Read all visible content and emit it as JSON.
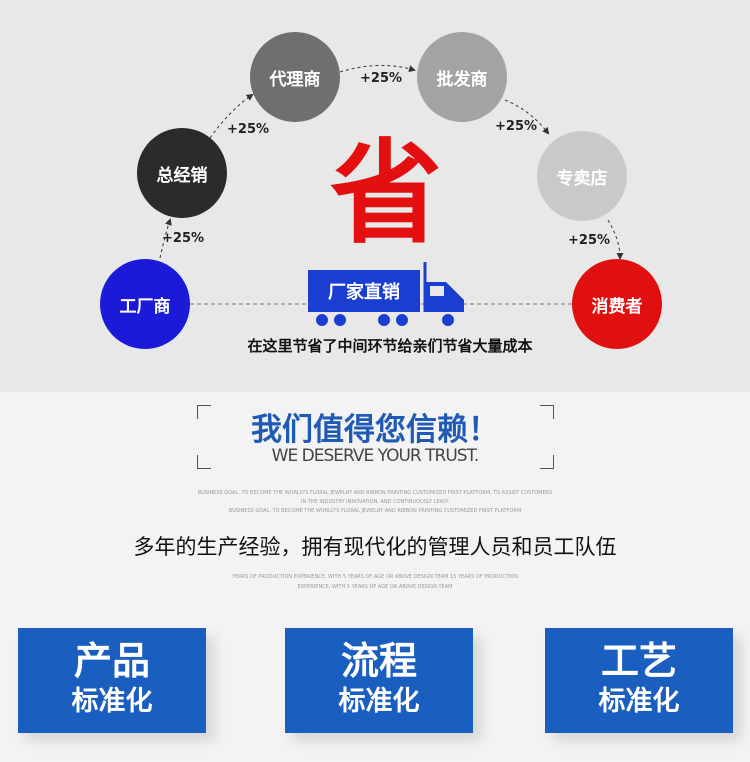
{
  "diagram": {
    "nodes": [
      {
        "label": "工厂商",
        "color": "#1a1ad8"
      },
      {
        "label": "总经销",
        "color": "#2b2b2b"
      },
      {
        "label": "代理商",
        "color": "#6f6f6f"
      },
      {
        "label": "批发商",
        "color": "#a3a3a3"
      },
      {
        "label": "专卖店",
        "color": "#c9c9c9"
      },
      {
        "label": "消费者",
        "color": "#e01010"
      }
    ],
    "markups": [
      "+25%",
      "+25%",
      "+25%",
      "+25%",
      "+25%"
    ],
    "center_char": "省",
    "truck_label": "厂家直销",
    "caption": "在这里节省了中间环节给亲们节省大量成本"
  },
  "trust": {
    "title": "我们值得您信赖！",
    "english": "WE DESERVE YOUR TRUST.",
    "small_lines": [
      "BUSINESS GOAL: TO BECOME THE WORLD'S FLORAL JEWELRY AND RIBBON PRINTING CUSTOMIZED FIRST PLATFORM, TO ASSIST CUSTOMERS",
      "IN THE INDUSTRY INNOVATION, AND CONTINUOUSLY LEAD!",
      "BUSINESS GOAL: TO BECOME THE WORLD'S FLORAL JEWELRY AND RIBBON PRINTING CUSTOMIZED FIRST PLATFORM"
    ],
    "subtitle": "多年的生产经验，拥有现代化的管理人员和员工队伍",
    "small_lines2": [
      "YEARS OF PRODUCTION EXPERIENCE, WITH 5 YEARS OF AGE OR ABOVE DESIGN TEAM 15 YEARS OF PRODUCTION",
      "EXPERIENCE, WITH 5 YEARS OF AGE OR ABOVE DESIGN TEAM"
    ]
  },
  "boxes": [
    {
      "title": "产品",
      "sub": "标准化"
    },
    {
      "title": "流程",
      "sub": "标准化"
    },
    {
      "title": "工艺",
      "sub": "标准化"
    }
  ],
  "accent": "#1a5fbf"
}
